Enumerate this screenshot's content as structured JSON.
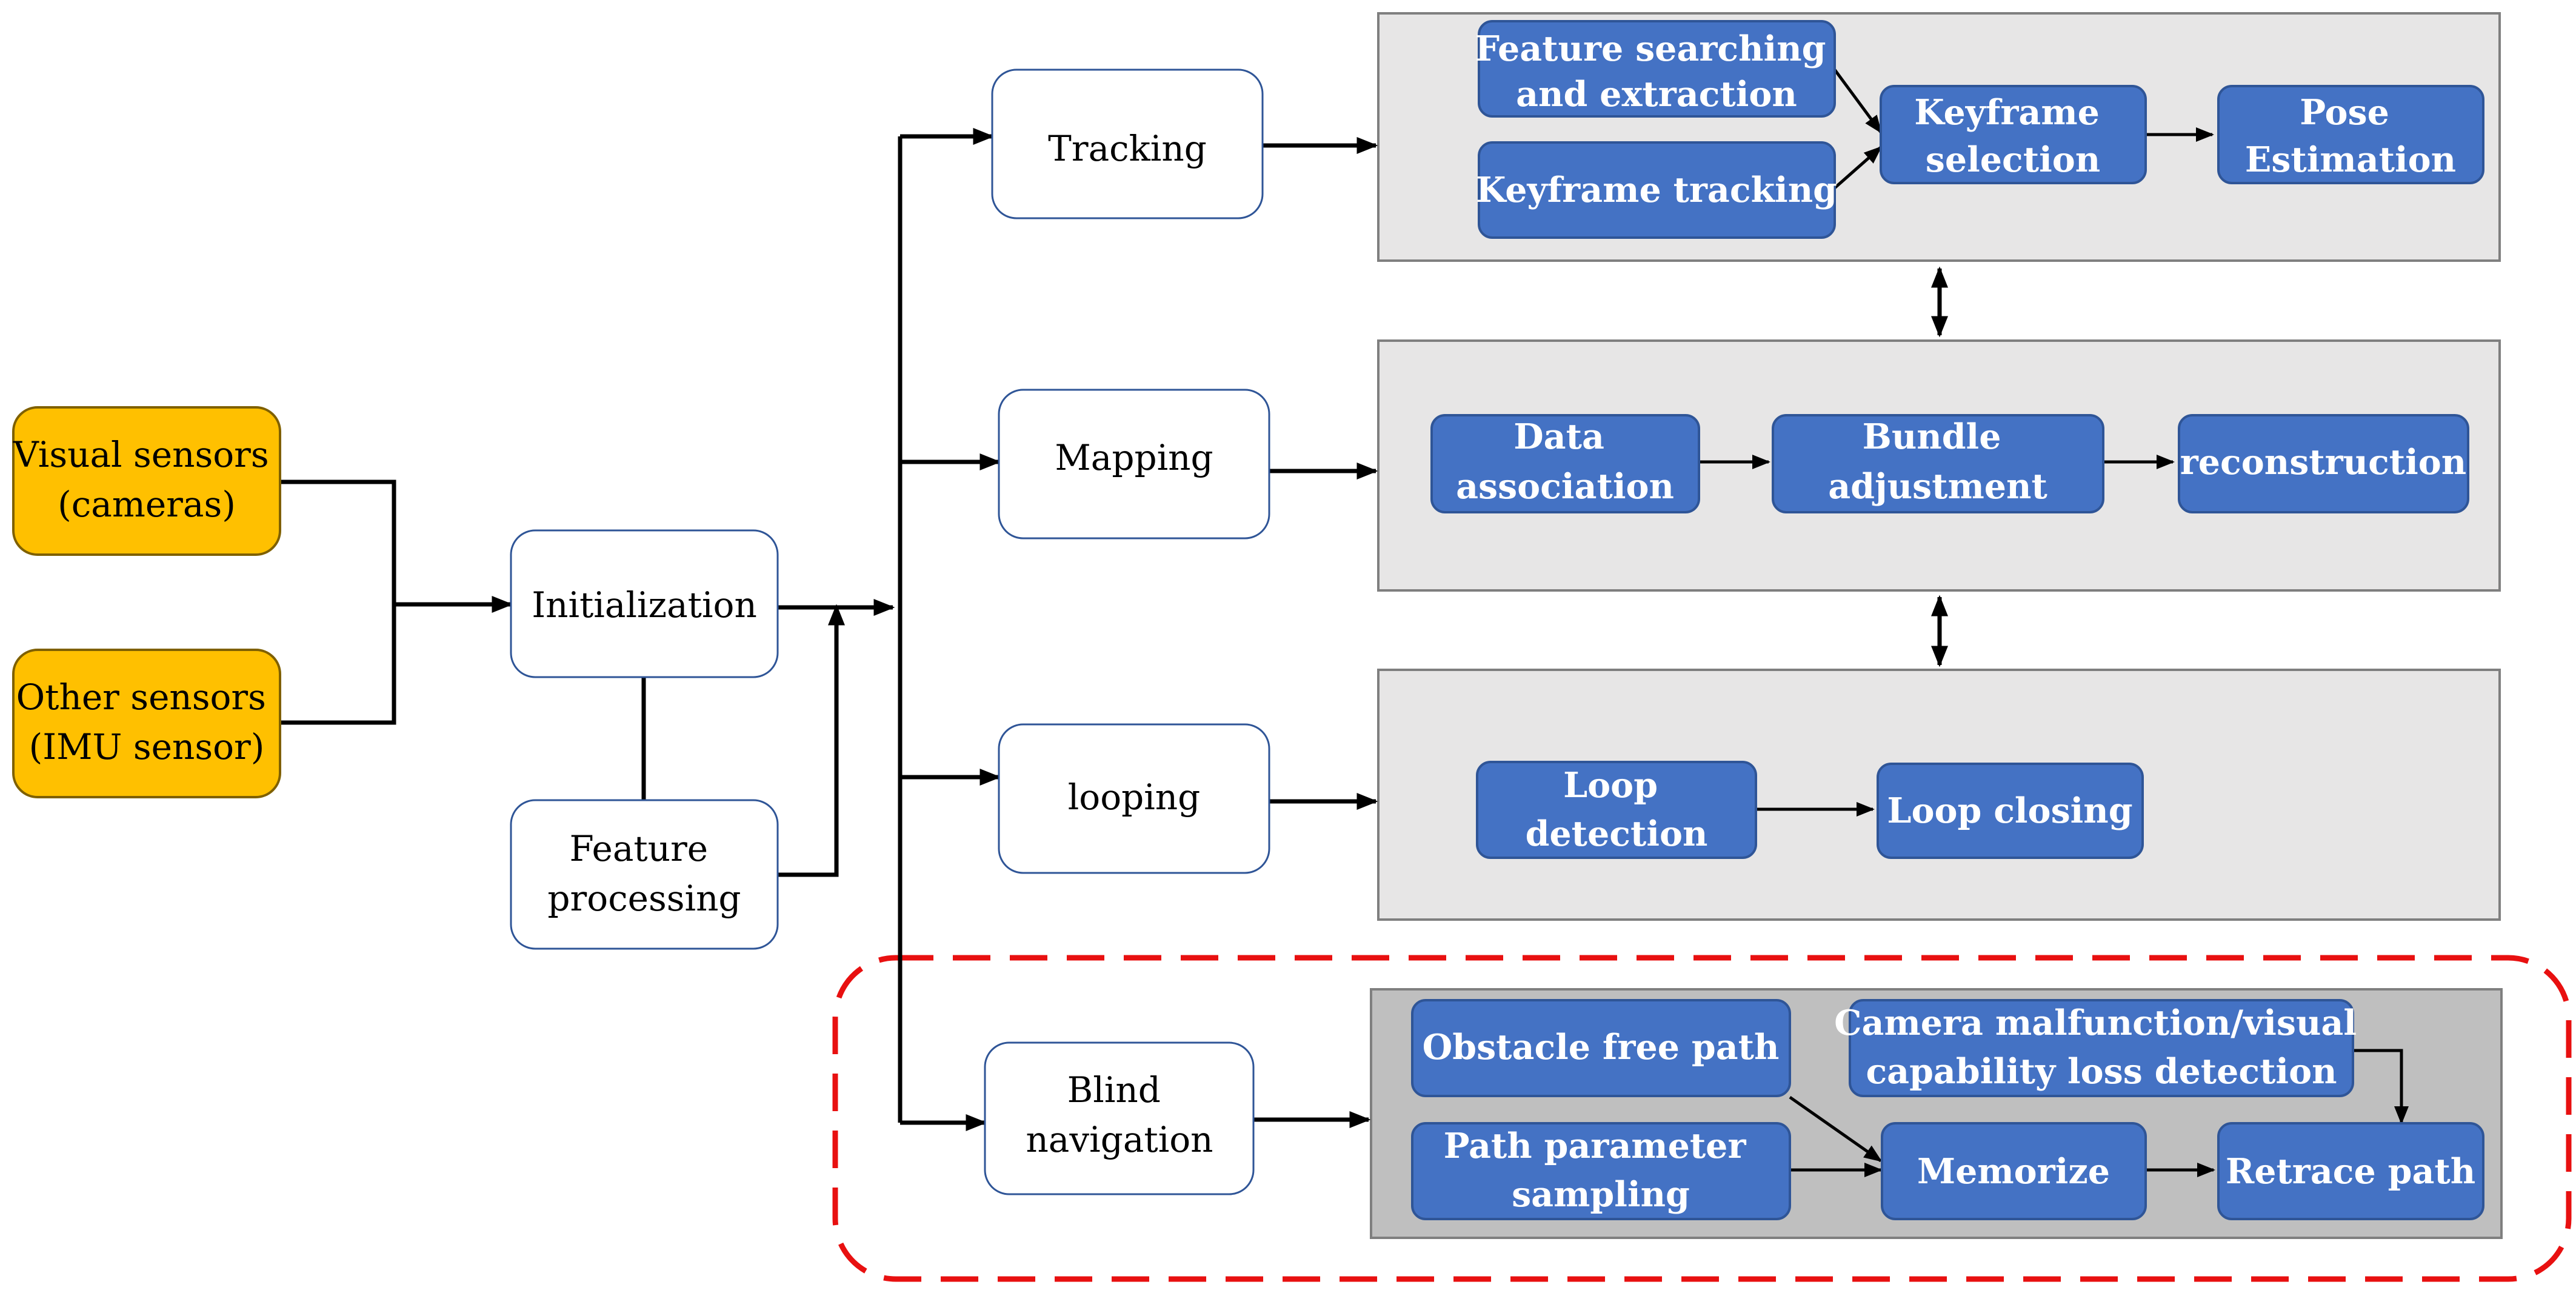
{
  "sensors": {
    "visual": [
      "Visual sensors",
      "(cameras)"
    ],
    "other": [
      "Other sensors",
      "(IMU sensor)"
    ]
  },
  "core": {
    "initialization": [
      "Initialization"
    ],
    "feature_processing": [
      "Feature",
      "processing"
    ]
  },
  "modules": {
    "tracking": [
      "Tracking"
    ],
    "mapping": [
      "Mapping"
    ],
    "looping": [
      "looping"
    ],
    "blind_navigation": [
      "Blind",
      "navigation"
    ]
  },
  "tracking_panel": {
    "feature_searching": [
      "Feature searching",
      "and extraction"
    ],
    "keyframe_tracking": [
      "Keyframe tracking"
    ],
    "keyframe_selection": [
      "Keyframe",
      "selection"
    ],
    "pose_estimation": [
      "Pose",
      "Estimation"
    ]
  },
  "mapping_panel": {
    "data_association": [
      "Data",
      "association"
    ],
    "bundle_adjustment": [
      "Bundle",
      "adjustment"
    ],
    "reconstruction": [
      "reconstruction"
    ]
  },
  "looping_panel": {
    "loop_detection": [
      "Loop",
      "detection"
    ],
    "loop_closing": [
      "Loop closing"
    ]
  },
  "blind_panel": {
    "obstacle_free_path": [
      "Obstacle free path"
    ],
    "camera_malfunction": [
      "Camera malfunction/visual",
      "capability loss detection"
    ],
    "path_parameter_sampling": [
      "Path parameter",
      "sampling"
    ],
    "memorize": [
      "Memorize"
    ],
    "retrace_path": [
      "Retrace path"
    ]
  },
  "colors": {
    "sensor_fill": "#ffc000",
    "process_fill": "#4472c4",
    "panel_fill": "#e7e6e6",
    "blind_panel_fill": "#bfbfbf",
    "highlight_border": "#e81010"
  }
}
